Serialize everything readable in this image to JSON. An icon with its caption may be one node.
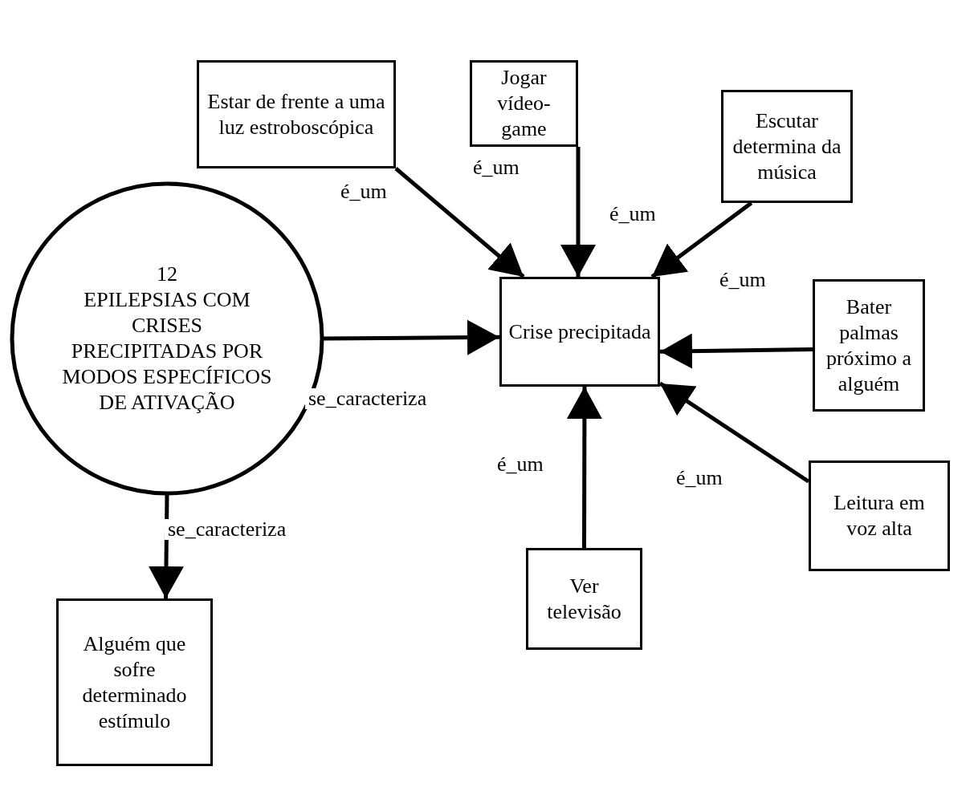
{
  "diagram": {
    "nodes": [
      {
        "text": [
          "12",
          "EPILEPSIAS COM CRISES PRECIPITADAS POR MODOS ESPECÍFICOS DE ATIVAÇÃO"
        ]
      },
      {
        "text": [
          "Crise precipitada"
        ]
      },
      {
        "text": [
          "Estar de frente a uma luz estroboscópica"
        ]
      },
      {
        "text": [
          "Jogar vídeo-game"
        ]
      },
      {
        "text": [
          "Escutar determina da música"
        ]
      },
      {
        "text": [
          "Bater palmas próximo a alguém"
        ]
      },
      {
        "text": [
          "Leitura em voz alta"
        ]
      },
      {
        "text": [
          "Ver televisão"
        ]
      },
      {
        "text": [
          "Alguém que sofre determinado estímulo"
        ]
      }
    ],
    "edges": [
      {
        "from": 0,
        "to": 1,
        "arrow": "to",
        "label": "se_caracteriza"
      },
      {
        "from": 0,
        "to": 8,
        "arrow": "to",
        "label": "se_caracteriza"
      },
      {
        "from": 2,
        "to": 1,
        "arrow": "to",
        "label": "é_um"
      },
      {
        "from": 3,
        "to": 1,
        "arrow": "to",
        "label": "é_um"
      },
      {
        "from": 4,
        "to": 1,
        "arrow": "to",
        "label": "é_um"
      },
      {
        "from": 5,
        "to": 1,
        "arrow": "to",
        "label": "é_um"
      },
      {
        "from": 7,
        "to": 1,
        "arrow": "to",
        "label": "é_um"
      },
      {
        "from": 6,
        "to": 1,
        "arrow": "to",
        "label": "é_um"
      }
    ]
  }
}
